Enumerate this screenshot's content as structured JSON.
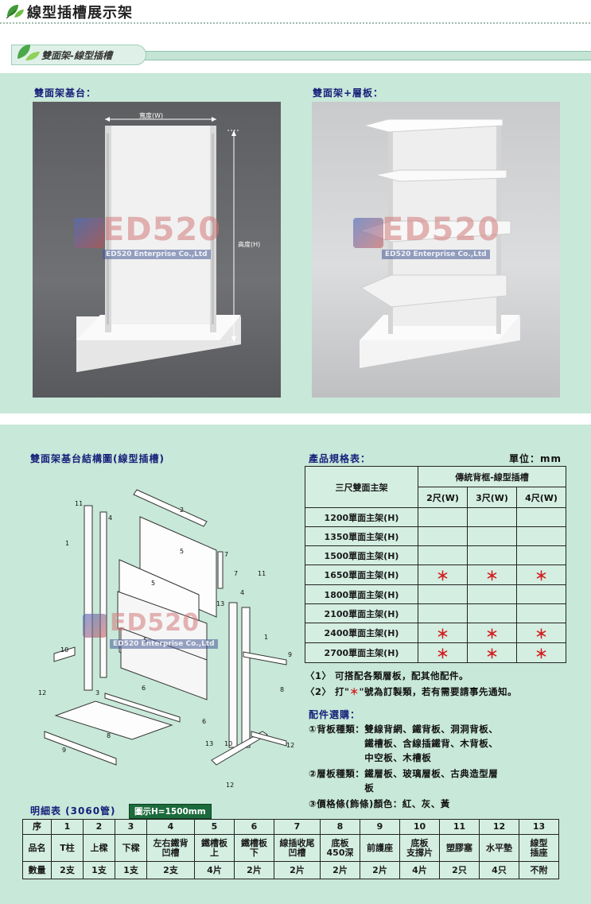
{
  "header": {
    "title": "線型插槽展示架",
    "section_tag": "雙面架-線型插槽"
  },
  "photos": {
    "left": {
      "label": "雙面架基台：",
      "width_label": "寬度(W)",
      "height_label": "高度(H)"
    },
    "right": {
      "label": "雙面架+層板："
    },
    "watermark": {
      "text": "ED520",
      "sub": "ED520 Enterprise Co.,Ltd"
    }
  },
  "structure": {
    "title": "雙面架基台結構圖(線型插槽)",
    "callouts": [
      "1",
      "2",
      "3",
      "4",
      "5",
      "6",
      "7",
      "8",
      "9",
      "10",
      "11",
      "12",
      "13"
    ]
  },
  "spec_table": {
    "title": "產品規格表：",
    "unit": "單位：mm",
    "main_header": "三尺雙面主架",
    "group_header": "傳統背框-線型插槽",
    "columns": [
      "2尺(W)",
      "3尺(W)",
      "4尺(W)"
    ],
    "rows": [
      {
        "name": "1200單面主架(H)",
        "marks": [
          "",
          "",
          ""
        ]
      },
      {
        "name": "1350單面主架(H)",
        "marks": [
          "",
          "",
          ""
        ]
      },
      {
        "name": "1500單面主架(H)",
        "marks": [
          "",
          "",
          ""
        ]
      },
      {
        "name": "1650單面主架(H)",
        "marks": [
          "＊",
          "＊",
          "＊"
        ]
      },
      {
        "name": "1800單面主架(H)",
        "marks": [
          "",
          "",
          ""
        ]
      },
      {
        "name": "2100單面主架(H)",
        "marks": [
          "",
          "",
          ""
        ]
      },
      {
        "name": "2400單面主架(H)",
        "marks": [
          "＊",
          "＊",
          "＊"
        ]
      },
      {
        "name": "2700單面主架(H)",
        "marks": [
          "＊",
          "＊",
          "＊"
        ]
      }
    ],
    "notes": [
      {
        "prefix": "〈1〉 可搭配各類層板，配其他配件。",
        "star": "",
        "suffix": ""
      },
      {
        "prefix": "〈2〉 打\"",
        "star": "＊",
        "suffix": "\"號為訂製類，若有需要請事先通知。"
      }
    ]
  },
  "accessories": {
    "title": "配件選購：",
    "items": [
      {
        "label": "①背板種類：",
        "lines": [
          "雙線背網、鐵背板、洞洞背板、",
          "鐵槽板、含線插鐵背、木背板、",
          "中空板、木槽板"
        ]
      },
      {
        "label": "②層板種類：",
        "lines": [
          "鐵層板、玻璃層板、古典造型層",
          "板"
        ]
      },
      {
        "label": "③價格條(飾條)顏色：紅、灰、黃",
        "lines": []
      }
    ]
  },
  "detail_table": {
    "title": "明細表 (3060管)",
    "badge": "圖示H=1500mm",
    "row_headers": [
      "序",
      "品名",
      "數量"
    ],
    "numbers": [
      "1",
      "2",
      "3",
      "4",
      "5",
      "6",
      "7",
      "8",
      "9",
      "10",
      "11",
      "12",
      "13"
    ],
    "names": [
      [
        "T柱"
      ],
      [
        "上樑"
      ],
      [
        "下樑"
      ],
      [
        "左右鐵背",
        "凹槽"
      ],
      [
        "鐵槽板",
        "上"
      ],
      [
        "鐵槽板",
        "下"
      ],
      [
        "線插收尾",
        "凹槽"
      ],
      [
        "底板",
        "450深"
      ],
      [
        "前護座"
      ],
      [
        "底板",
        "支撐片"
      ],
      [
        "塑膠塞"
      ],
      [
        "水平墊"
      ],
      [
        "線型",
        "插座"
      ]
    ],
    "quantities": [
      "2支",
      "1支",
      "1支",
      "2支",
      "4片",
      "2片",
      "2片",
      "2片",
      "2片",
      "4片",
      "2只",
      "4只",
      "不附"
    ]
  },
  "colors": {
    "panel_bg": "#c8e8d9",
    "title_blue": "#17207a",
    "star_red": "#d21e1e",
    "badge_green": "#1c6b3c"
  }
}
